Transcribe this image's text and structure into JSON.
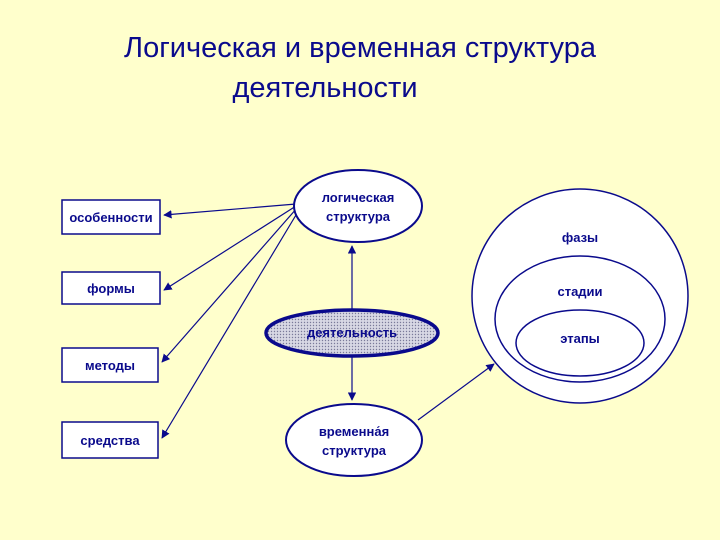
{
  "title": {
    "line1": "Логическая и временная структура",
    "line2": "деятельности"
  },
  "left_boxes": [
    {
      "label": "особенности"
    },
    {
      "label": "формы"
    },
    {
      "label": "методы"
    },
    {
      "label": "средства"
    }
  ],
  "logical_structure": {
    "line1": "логическая",
    "line2": "структура"
  },
  "activity": {
    "label": "деятельность"
  },
  "temporal_structure": {
    "line1": "временна́я",
    "line2": "структура"
  },
  "nested_circles": {
    "outer": "фазы",
    "middle": "стадии",
    "inner": "этапы"
  },
  "colors": {
    "background": "#FFFFCC",
    "ink": "#0A0A8C",
    "activity_fill": "#C8C8D8"
  }
}
